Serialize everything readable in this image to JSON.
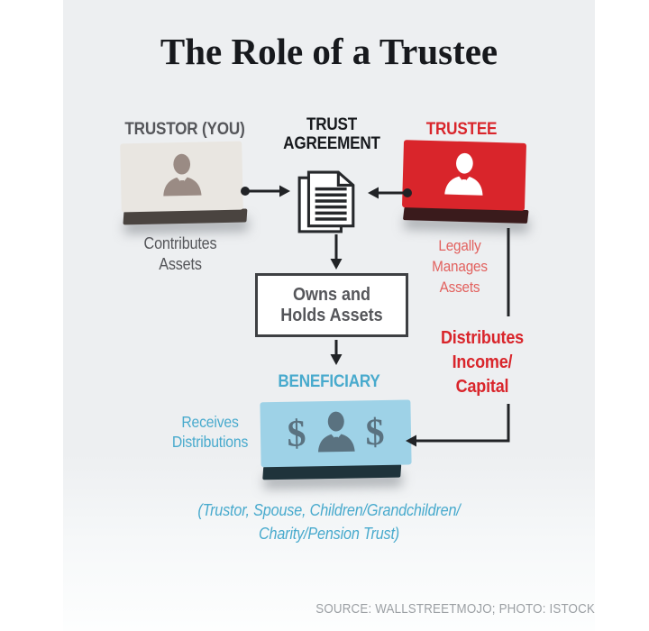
{
  "title": "The Role of a Trustee",
  "trustor": {
    "label": "TRUSTOR (YOU)",
    "caption": [
      "Contributes",
      "Assets"
    ],
    "icon": "businessperson-icon"
  },
  "trust_agreement": {
    "label": [
      "TRUST",
      "AGREEMENT"
    ],
    "icon": "document-icon"
  },
  "trustee": {
    "label": "TRUSTEE",
    "caption": [
      "Legally",
      "Manages",
      "Assets"
    ],
    "action": [
      "Distributes",
      "Income/",
      "Capital"
    ],
    "icon": "businessperson-icon"
  },
  "owns_box": {
    "lines": [
      "Owns and",
      "Holds Assets"
    ]
  },
  "beneficiary": {
    "label": "BENEFICIARY",
    "caption": [
      "Receives",
      "Distributions"
    ],
    "dollar": "$",
    "icon": "businessperson-icon",
    "note": [
      "(Trustor, Spouse, Children/Grandchildren/",
      "Charity/Pension Trust)"
    ]
  },
  "source": "SOURCE: WALLSTREETMOJO; PHOTO: ISTOCK",
  "colors": {
    "red": "#d9252b",
    "red_light": "#e2615e",
    "blue": "#48aacd",
    "gray": "#55565a",
    "dark": "#17191d",
    "trustor_face": "#e9e6e1",
    "trustor_icon": "#9a8b84",
    "beneficiary_face": "#9ed2e7",
    "beneficiary_icon": "#5a7280",
    "bg": "#edeff1",
    "source": "#9b9fa3"
  }
}
